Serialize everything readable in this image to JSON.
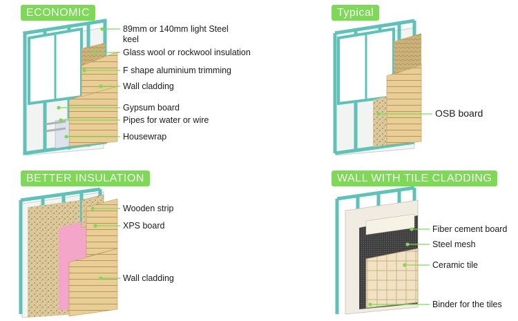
{
  "panels": [
    {
      "title": "ECONOMIC",
      "labels": [
        "89mm or 140mm light Steel keel",
        "Glass wool or rockwool insulation",
        "F shape aluminium trimming",
        "Wall cladding",
        "Gypsum board",
        "Pipes for water or wire",
        "Housewrap"
      ]
    },
    {
      "title": "Typical",
      "labels": [
        "OSB board"
      ]
    },
    {
      "title": "BETTER INSULATION",
      "labels": [
        "Wooden strip",
        "XPS board",
        "Wall cladding"
      ]
    },
    {
      "title": "WALL WITH TILE CLADDING",
      "labels": [
        "Fiber cement board",
        "Steel mesh",
        "Ceramic tile",
        "Binder for the tiles"
      ]
    }
  ],
  "colors": {
    "badge": "#7ed957",
    "frame": "#5fc2b8",
    "cladding": "#e6c98e",
    "insulation": "#c9b27a",
    "xps": "#f4a6c8",
    "osb": "#d8c79a",
    "mesh": "#3a3a3a",
    "tile": "#efe0bf",
    "leader": "#7ed957"
  }
}
